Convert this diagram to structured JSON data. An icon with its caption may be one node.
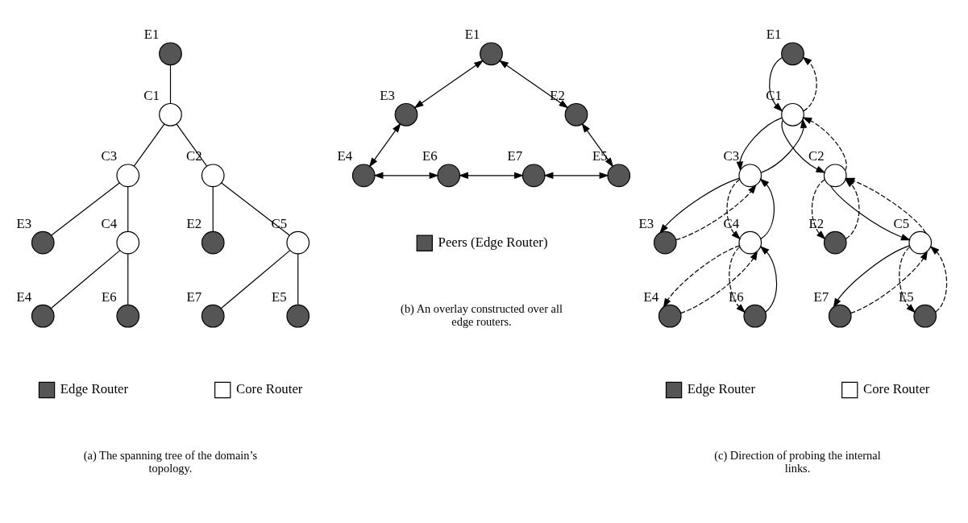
{
  "diagram": {
    "nodes": [
      {
        "text": [],
        "shape": "circle",
        "beside": [
          "E1"
        ]
      },
      {
        "text": [],
        "shape": "circle",
        "beside": [
          "C1"
        ]
      },
      {
        "text": [],
        "shape": "circle",
        "beside": [
          "C3"
        ]
      },
      {
        "text": [],
        "shape": "circle",
        "beside": [
          "C2"
        ]
      },
      {
        "text": [],
        "shape": "circle",
        "beside": [
          "E3"
        ]
      },
      {
        "text": [],
        "shape": "circle",
        "beside": [
          "E2"
        ]
      },
      {
        "text": [],
        "shape": "circle",
        "beside": [
          "C4"
        ]
      },
      {
        "text": [],
        "shape": "circle",
        "beside": [
          "C5"
        ]
      },
      {
        "text": [],
        "shape": "circle",
        "beside": [
          "E4"
        ]
      },
      {
        "text": [],
        "shape": "circle",
        "beside": [
          "E6"
        ]
      },
      {
        "text": [],
        "shape": "circle",
        "beside": [
          "E7"
        ]
      },
      {
        "text": [],
        "shape": "circle",
        "beside": [
          "E5"
        ]
      },
      {
        "text": [],
        "shape": "circle",
        "beside": [
          "E1"
        ]
      },
      {
        "text": [],
        "shape": "circle",
        "beside": [
          "E3"
        ]
      },
      {
        "text": [],
        "shape": "circle",
        "beside": [
          "E2"
        ]
      },
      {
        "text": [],
        "shape": "circle",
        "beside": [
          "E4"
        ]
      },
      {
        "text": [],
        "shape": "circle",
        "beside": [
          "E6"
        ]
      },
      {
        "text": [],
        "shape": "circle",
        "beside": [
          "E7"
        ]
      },
      {
        "text": [],
        "shape": "circle",
        "beside": [
          "E5"
        ]
      },
      {
        "text": [],
        "shape": "circle",
        "beside": [
          "E1"
        ]
      },
      {
        "text": [],
        "shape": "circle",
        "beside": [
          "C1"
        ]
      },
      {
        "text": [],
        "shape": "circle",
        "beside": [
          "C3"
        ]
      },
      {
        "text": [],
        "shape": "circle",
        "beside": [
          "C2"
        ]
      },
      {
        "text": [],
        "shape": "circle",
        "beside": [
          "E3"
        ]
      },
      {
        "text": [],
        "shape": "circle",
        "beside": [
          "E2"
        ]
      },
      {
        "text": [],
        "shape": "circle",
        "beside": [
          "C4"
        ]
      },
      {
        "text": [],
        "shape": "circle",
        "beside": [
          "C5"
        ]
      },
      {
        "text": [],
        "shape": "circle",
        "beside": [
          "E4"
        ]
      },
      {
        "text": [],
        "shape": "circle",
        "beside": [
          "E6"
        ]
      },
      {
        "text": [],
        "shape": "circle",
        "beside": [
          "E7"
        ]
      },
      {
        "text": [],
        "shape": "circle",
        "beside": [
          "E5"
        ]
      }
    ],
    "edges": [
      {
        "from": 0,
        "to": 1,
        "arrow": "none"
      },
      {
        "from": 1,
        "to": 2,
        "arrow": "none"
      },
      {
        "from": 1,
        "to": 3,
        "arrow": "none"
      },
      {
        "from": 2,
        "to": 4,
        "arrow": "none"
      },
      {
        "from": 2,
        "to": 6,
        "arrow": "none"
      },
      {
        "from": 3,
        "to": 5,
        "arrow": "none"
      },
      {
        "from": 3,
        "to": 7,
        "arrow": "none"
      },
      {
        "from": 6,
        "to": 8,
        "arrow": "none"
      },
      {
        "from": 6,
        "to": 9,
        "arrow": "none"
      },
      {
        "from": 7,
        "to": 10,
        "arrow": "none"
      },
      {
        "from": 7,
        "to": 11,
        "arrow": "none"
      },
      {
        "from": 12,
        "to": 13,
        "arrow": "both"
      },
      {
        "from": 12,
        "to": 14,
        "arrow": "both"
      },
      {
        "from": 13,
        "to": 15,
        "arrow": "both"
      },
      {
        "from": 15,
        "to": 16,
        "arrow": "both"
      },
      {
        "from": 16,
        "to": 17,
        "arrow": "both"
      },
      {
        "from": 17,
        "to": 18,
        "arrow": "both"
      },
      {
        "from": 14,
        "to": 18,
        "arrow": "both"
      },
      {
        "from": 19,
        "to": 20,
        "arrow": "to"
      },
      {
        "from": 20,
        "to": 19,
        "arrow": "to",
        "style": "dashed"
      },
      {
        "from": 20,
        "to": 21,
        "arrow": "to"
      },
      {
        "from": 21,
        "to": 20,
        "arrow": "to"
      },
      {
        "from": 20,
        "to": 22,
        "arrow": "to"
      },
      {
        "from": 22,
        "to": 20,
        "arrow": "to",
        "style": "dashed"
      },
      {
        "from": 21,
        "to": 23,
        "arrow": "to"
      },
      {
        "from": 23,
        "to": 21,
        "arrow": "to",
        "style": "dashed"
      },
      {
        "from": 21,
        "to": 25,
        "arrow": "to",
        "style": "dashed"
      },
      {
        "from": 25,
        "to": 21,
        "arrow": "to"
      },
      {
        "from": 22,
        "to": 24,
        "arrow": "to",
        "style": "dashed"
      },
      {
        "from": 24,
        "to": 22,
        "arrow": "to",
        "style": "dashed"
      },
      {
        "from": 22,
        "to": 26,
        "arrow": "to"
      },
      {
        "from": 26,
        "to": 22,
        "arrow": "to",
        "style": "dashed"
      },
      {
        "from": 25,
        "to": 27,
        "arrow": "to",
        "style": "dashed"
      },
      {
        "from": 27,
        "to": 25,
        "arrow": "to",
        "style": "dashed"
      },
      {
        "from": 25,
        "to": 28,
        "arrow": "to",
        "style": "dashed"
      },
      {
        "from": 28,
        "to": 25,
        "arrow": "to"
      },
      {
        "from": 26,
        "to": 29,
        "arrow": "to"
      },
      {
        "from": 29,
        "to": 26,
        "arrow": "to",
        "style": "dashed"
      },
      {
        "from": 26,
        "to": 30,
        "arrow": "to",
        "style": "dashed"
      },
      {
        "from": 30,
        "to": 26,
        "arrow": "to",
        "style": "dashed"
      }
    ],
    "labels": [
      "(a) The spanning tree of the domain’s topology.",
      "(b) An overlay constructed over all edge routers.",
      "(c) Direction of probing the internal links."
    ],
    "legend": [
      {
        "text": "Edge Router",
        "color": "#555555"
      },
      {
        "text": "Core Router",
        "color": "#ffffff"
      },
      {
        "text": "Peers (Edge Router)",
        "color": "#555555"
      },
      {
        "text": "Edge Router",
        "color": "#555555"
      },
      {
        "text": "Core Router",
        "color": "#ffffff"
      }
    ]
  }
}
